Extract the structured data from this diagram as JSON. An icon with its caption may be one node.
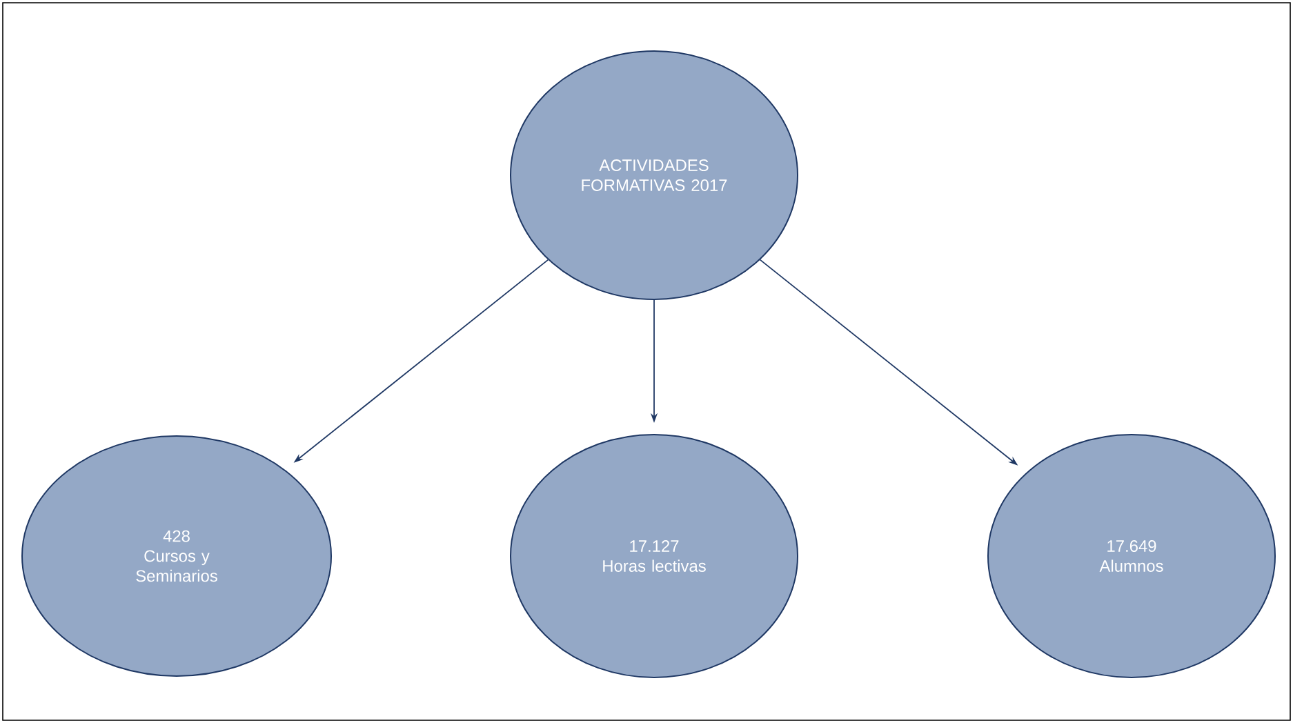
{
  "diagram": {
    "nodes": [
      {
        "text": [
          "ACTIVIDADES FORMATIVAS 2017"
        ]
      },
      {
        "text": [
          "428",
          "Cursos y Seminarios"
        ]
      },
      {
        "text": [
          "17.127",
          "Horas lectivas"
        ]
      },
      {
        "text": [
          "17.649",
          "Alumnos"
        ]
      }
    ],
    "edges": [
      {
        "from": 0,
        "to": 1,
        "arrow": "to"
      },
      {
        "from": 0,
        "to": 2,
        "arrow": "to"
      },
      {
        "from": 0,
        "to": 3,
        "arrow": "to"
      }
    ]
  }
}
